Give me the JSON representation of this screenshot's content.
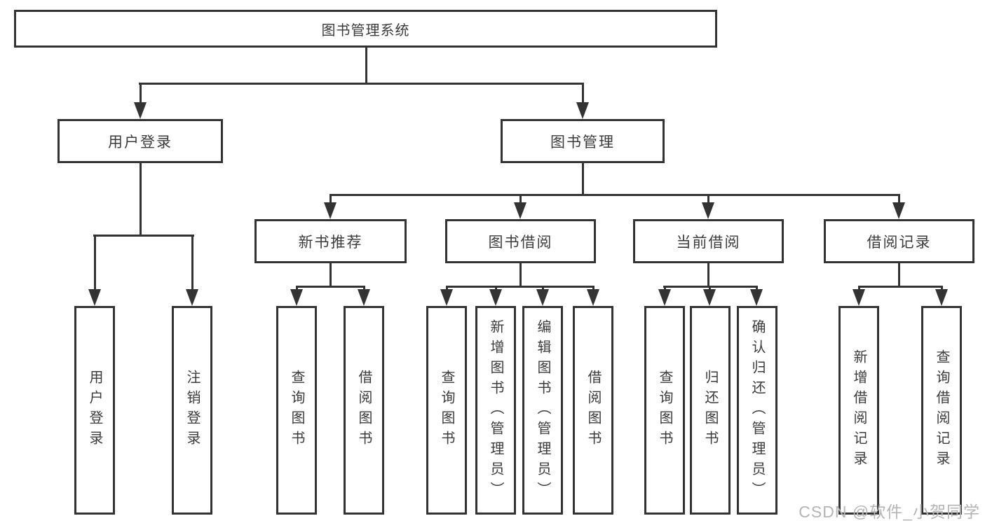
{
  "tree": {
    "root": "图书管理系统",
    "user_login": {
      "label": "用户登录",
      "children": [
        "用户登录",
        "注销登录"
      ]
    },
    "book_management": {
      "label": "图书管理",
      "children": {
        "new_book_recommendation": {
          "label": "新书推荐",
          "children": [
            "查询图书",
            "借阅图书"
          ]
        },
        "book_borrowing": {
          "label": "图书借阅",
          "children": [
            "查询图书",
            "新增图书（管理员）",
            "编辑图书（管理员）",
            "借阅图书"
          ]
        },
        "current_borrowing": {
          "label": "当前借阅",
          "children": [
            "查询图书",
            "归还图书",
            "确认归还（管理员）"
          ]
        },
        "borrowing_records": {
          "label": "借阅记录",
          "children": [
            "新增借阅记录",
            "查询借阅记录"
          ]
        }
      }
    }
  },
  "watermark": "CSDN @软件_小贺同学",
  "colors": {
    "line": "#333333",
    "text": "#3b3b3b",
    "watermark": "#b5b5b5",
    "background": "#ffffff"
  }
}
